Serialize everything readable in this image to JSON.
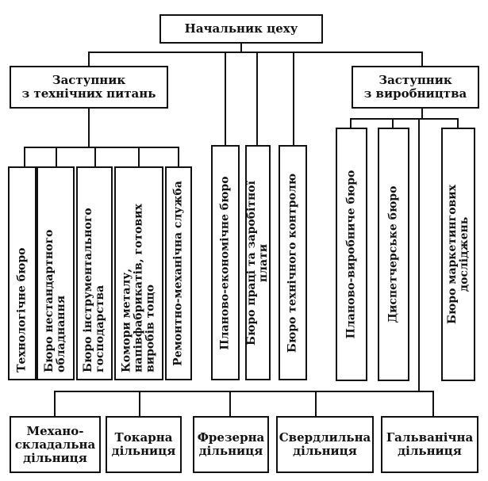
{
  "head": {
    "label": "Начальник цеху"
  },
  "deputy_tech": {
    "label": "Заступник\nз технічних питань"
  },
  "deputy_prod": {
    "label": "Заступник\nз виробництва"
  },
  "tech_units": [
    {
      "label": "Технологічне бюро"
    },
    {
      "label": "Бюро нестандартного\nобладнання"
    },
    {
      "label": "Бюро інструментального\nгосподарства"
    },
    {
      "label": "Комори металу,\nнапівфабрикатів, готових\nвиробів тощо"
    },
    {
      "label": "Ремонтно-механічна служба"
    }
  ],
  "head_units": [
    {
      "label": "Планово-економічне бюро"
    },
    {
      "label": "Бюро праці та заробітної плати"
    },
    {
      "label": "Бюро технічного контролю"
    }
  ],
  "prod_units": [
    {
      "label": "Планово-виробниче бюро"
    },
    {
      "label": "Диспетчерське бюро"
    },
    {
      "label": "Бюро маркетингових досліджень"
    }
  ],
  "sections": [
    {
      "label": "Механо-\nскладальна\nдільниця"
    },
    {
      "label": "Токарна\nдільниця"
    },
    {
      "label": "Фрезерна\nдільниця"
    },
    {
      "label": "Свердлильна\nдільниця"
    },
    {
      "label": "Гальванічна\nдільниця"
    }
  ]
}
